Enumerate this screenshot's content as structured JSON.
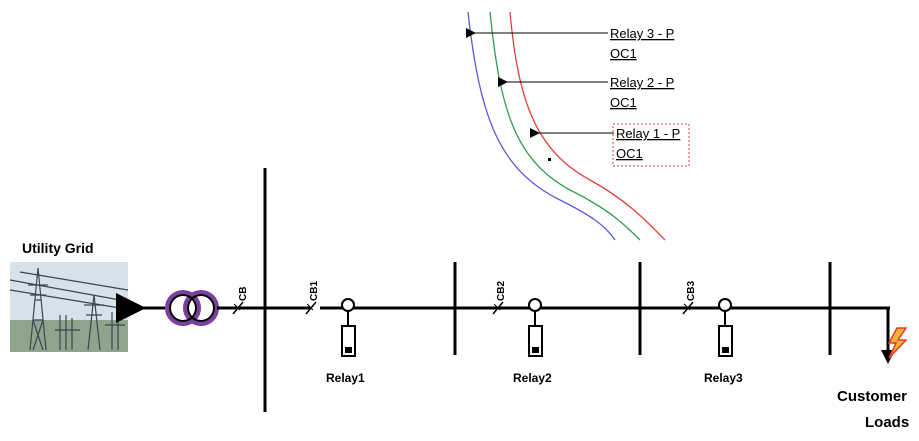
{
  "utility_grid_label": "Utility Grid",
  "customer_loads_line1": "Customer",
  "customer_loads_line2": "Loads",
  "breakers": {
    "cb": "CB",
    "cb1": "CB1",
    "cb2": "CB2",
    "cb3": "CB3"
  },
  "relays": [
    {
      "label": "Relay1"
    },
    {
      "label": "Relay2"
    },
    {
      "label": "Relay3"
    }
  ],
  "curves": [
    {
      "label_line1": "Relay 3 - P",
      "label_line2": "OC1",
      "color": "#5b5bd6"
    },
    {
      "label_line1": "Relay 2 - P",
      "label_line2": "OC1",
      "color": "#2e9e4f"
    },
    {
      "label_line1": "Relay 1 - P",
      "label_line2": "OC1",
      "color": "#e0403a"
    }
  ],
  "colors": {
    "transformer": "#7a3fa0",
    "lightning": "#e8392b",
    "selected_box": "#e0403a"
  },
  "icons": [
    "tower-photo",
    "transformer-icon",
    "lightning-icon",
    "relay-icon",
    "current-transformer-icon"
  ]
}
